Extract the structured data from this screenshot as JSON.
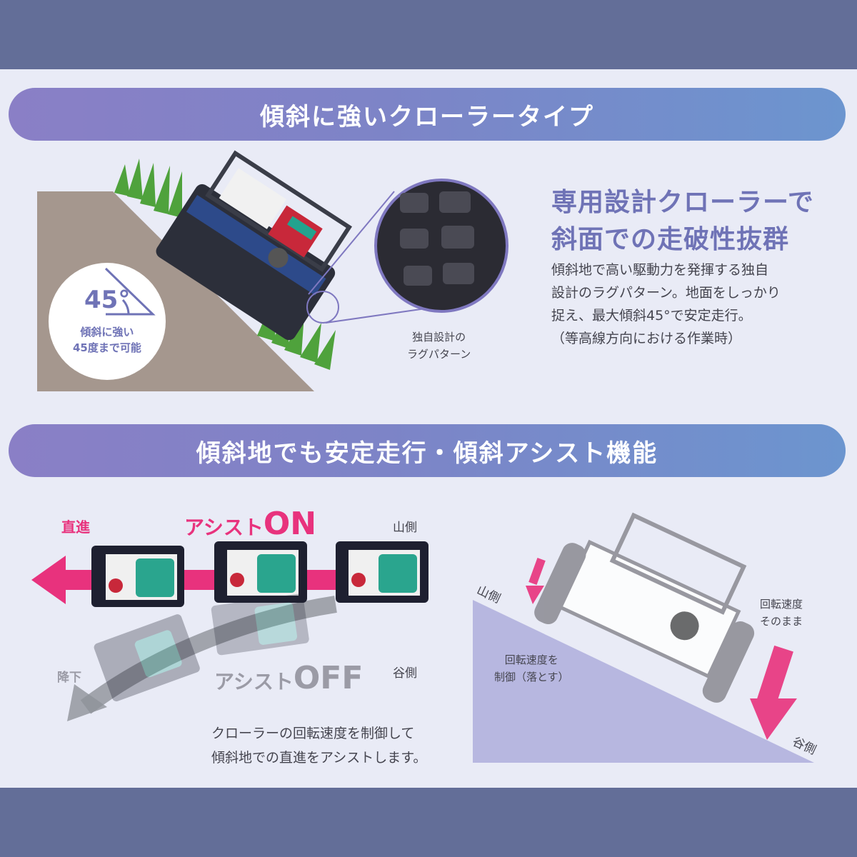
{
  "sections": [
    {
      "title": "傾斜に強いクローラータイプ"
    },
    {
      "title": "傾斜地でも安定走行・傾斜アシスト機能"
    }
  ],
  "slope_feature": {
    "angle": "45°",
    "angle_caption": [
      "傾斜に強い",
      "45度まで可能"
    ],
    "headline": [
      "専用設計クローラーで",
      "斜面での走破性抜群"
    ],
    "body": [
      "傾斜地で高い駆動力を発揮する独自",
      "設計のラグパターン。地面をしっかり",
      "捉え、最大傾斜45°で安定走行。",
      "（等高線方向における作業時）"
    ],
    "lug_caption": [
      "独自設計の",
      "ラグパターン"
    ]
  },
  "assist": {
    "straight": "直進",
    "assist_on_prefix": "アシスト",
    "assist_on_state": "ON",
    "assist_off_prefix": "アシスト",
    "assist_off_state": "OFF",
    "descend": "降下",
    "uphill": "山側",
    "downhill": "谷側",
    "body": [
      "クローラーの回転速度を制御して",
      "傾斜地での直進をアシストします。"
    ]
  },
  "slope_diagram": {
    "uphill": "山側",
    "downhill": "谷側",
    "left_note": [
      "回転速度を",
      "制御（落とす）"
    ],
    "right_note": [
      "回転速度",
      "そのまま"
    ]
  },
  "colors": {
    "accent_pink": "#e8327d",
    "headline_purple": "#6f73b6",
    "band": "#636e98"
  }
}
